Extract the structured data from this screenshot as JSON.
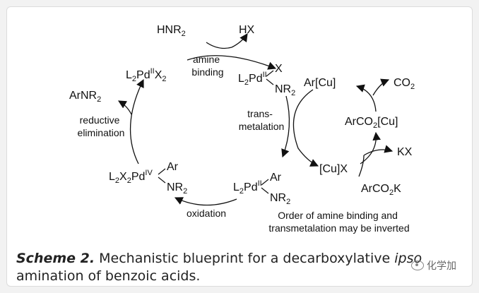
{
  "scheme": {
    "cycle_pd": {
      "pd_ii_x2": "L2PdIIX2",
      "pd_ii_amido": "L2PdII(X)NR2",
      "pd_ii_aryl_amido": "L2PdII(Ar)NR2",
      "pd_iv": "L2X2PdIV(Ar)NR2"
    },
    "steps": {
      "amine_binding": [
        "amine",
        "binding"
      ],
      "transmetalation": [
        "trans-",
        "metalation"
      ],
      "oxidation": "oxidation",
      "reductive_elimination": [
        "reductive",
        "elimination"
      ]
    },
    "reagents": {
      "hnr2": "HNR2",
      "hx": "HX",
      "arnr2": "ArNR2",
      "co2": "CO2",
      "kx": "KX",
      "arco2k": "ArCO2K"
    },
    "cycle_cu": {
      "ar_cu": "Ar[Cu]",
      "arco2_cu": "ArCO2[Cu]",
      "cu_x": "[Cu]X"
    },
    "note": [
      "Order of amine binding and",
      "transmetalation may be inverted"
    ]
  },
  "caption": {
    "label": "Scheme 2.",
    "text_before": " Mechanistic blueprint for a decarboxylative ",
    "italic": "ipso",
    "text_after": " amination of benzoic acids."
  },
  "watermark": {
    "text": "化学加",
    "icon": "wechat-icon"
  }
}
